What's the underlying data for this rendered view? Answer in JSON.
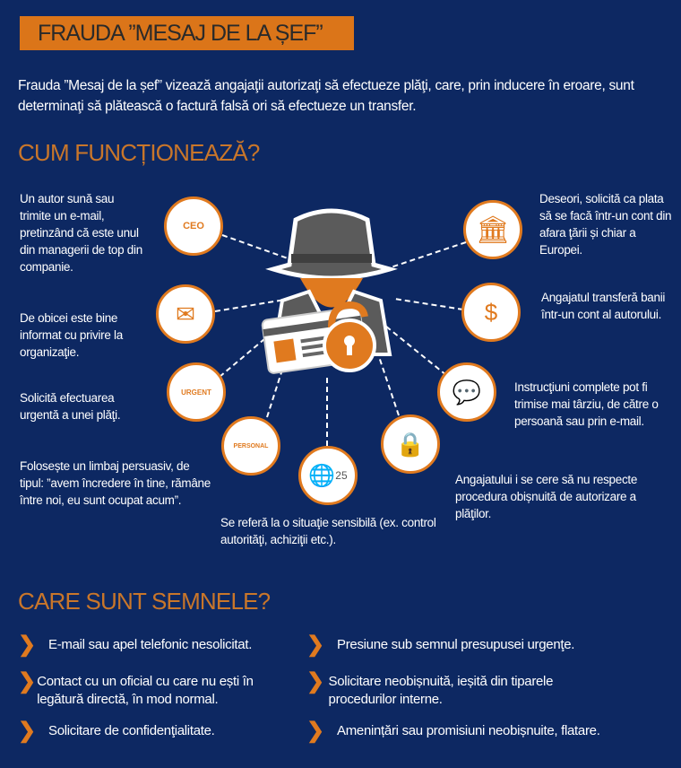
{
  "title": "FRAUDA ”MESAJ DE LA ȘEF”",
  "intro": "Frauda ”Mesaj de la șef” vizează angajaţii autorizaţi să efectueze plăţi, care, prin inducere în eroare, sunt determinaţi să plătească o factură falsă ori să efectueze un transfer.",
  "how": {
    "heading": "CUM FUNCȚIONEAZĂ?",
    "icon_labels": {
      "ceo": "CEO",
      "urgent": "URGENT",
      "personal": "PERSONAL",
      "date": "25"
    },
    "notes": [
      "Un autor sună sau trimite un e-mail, pretinzând că este unul din managerii de top din companie.",
      "De obicei este bine informat cu privire la organizaţie.",
      "Solicită efectuarea urgentă a unei plăţi.",
      "Folosește un limbaj persuasiv, de tipul: ”avem încredere în tine, rămâne între noi, eu sunt ocupat acum”.",
      "Se referă la o situaţie sensibilă (ex. control autorităţi, achiziţii etc.).",
      "Angajatului i se cere să nu respecte procedura obișnuită de autorizare a plăţilor.",
      "Instrucţiuni complete pot fi trimise mai târziu, de către o persoană sau prin e-mail.",
      "Angajatul transferă banii într-un cont al autorului.",
      "Deseori, solicită ca plata să se facă într-un cont din afara ţării și chiar a Europei."
    ]
  },
  "signs": {
    "heading": "CARE SUNT SEMNELE?",
    "items": [
      "E-mail sau apel telefonic nesolicitat.",
      "Contact cu un oficial cu care nu ești în legătură directă, în mod normal.",
      "Solicitare de confidenţialitate.",
      "Presiune sub semnul presupusei urgenţe.",
      "Solicitare neobișnuită, ieșită din tiparele procedurilor interne.",
      "Amenințări sau promisiuni neobișnuite, flatare."
    ]
  },
  "colors": {
    "background": "#0d2862",
    "accent": "#e07a1f"
  }
}
